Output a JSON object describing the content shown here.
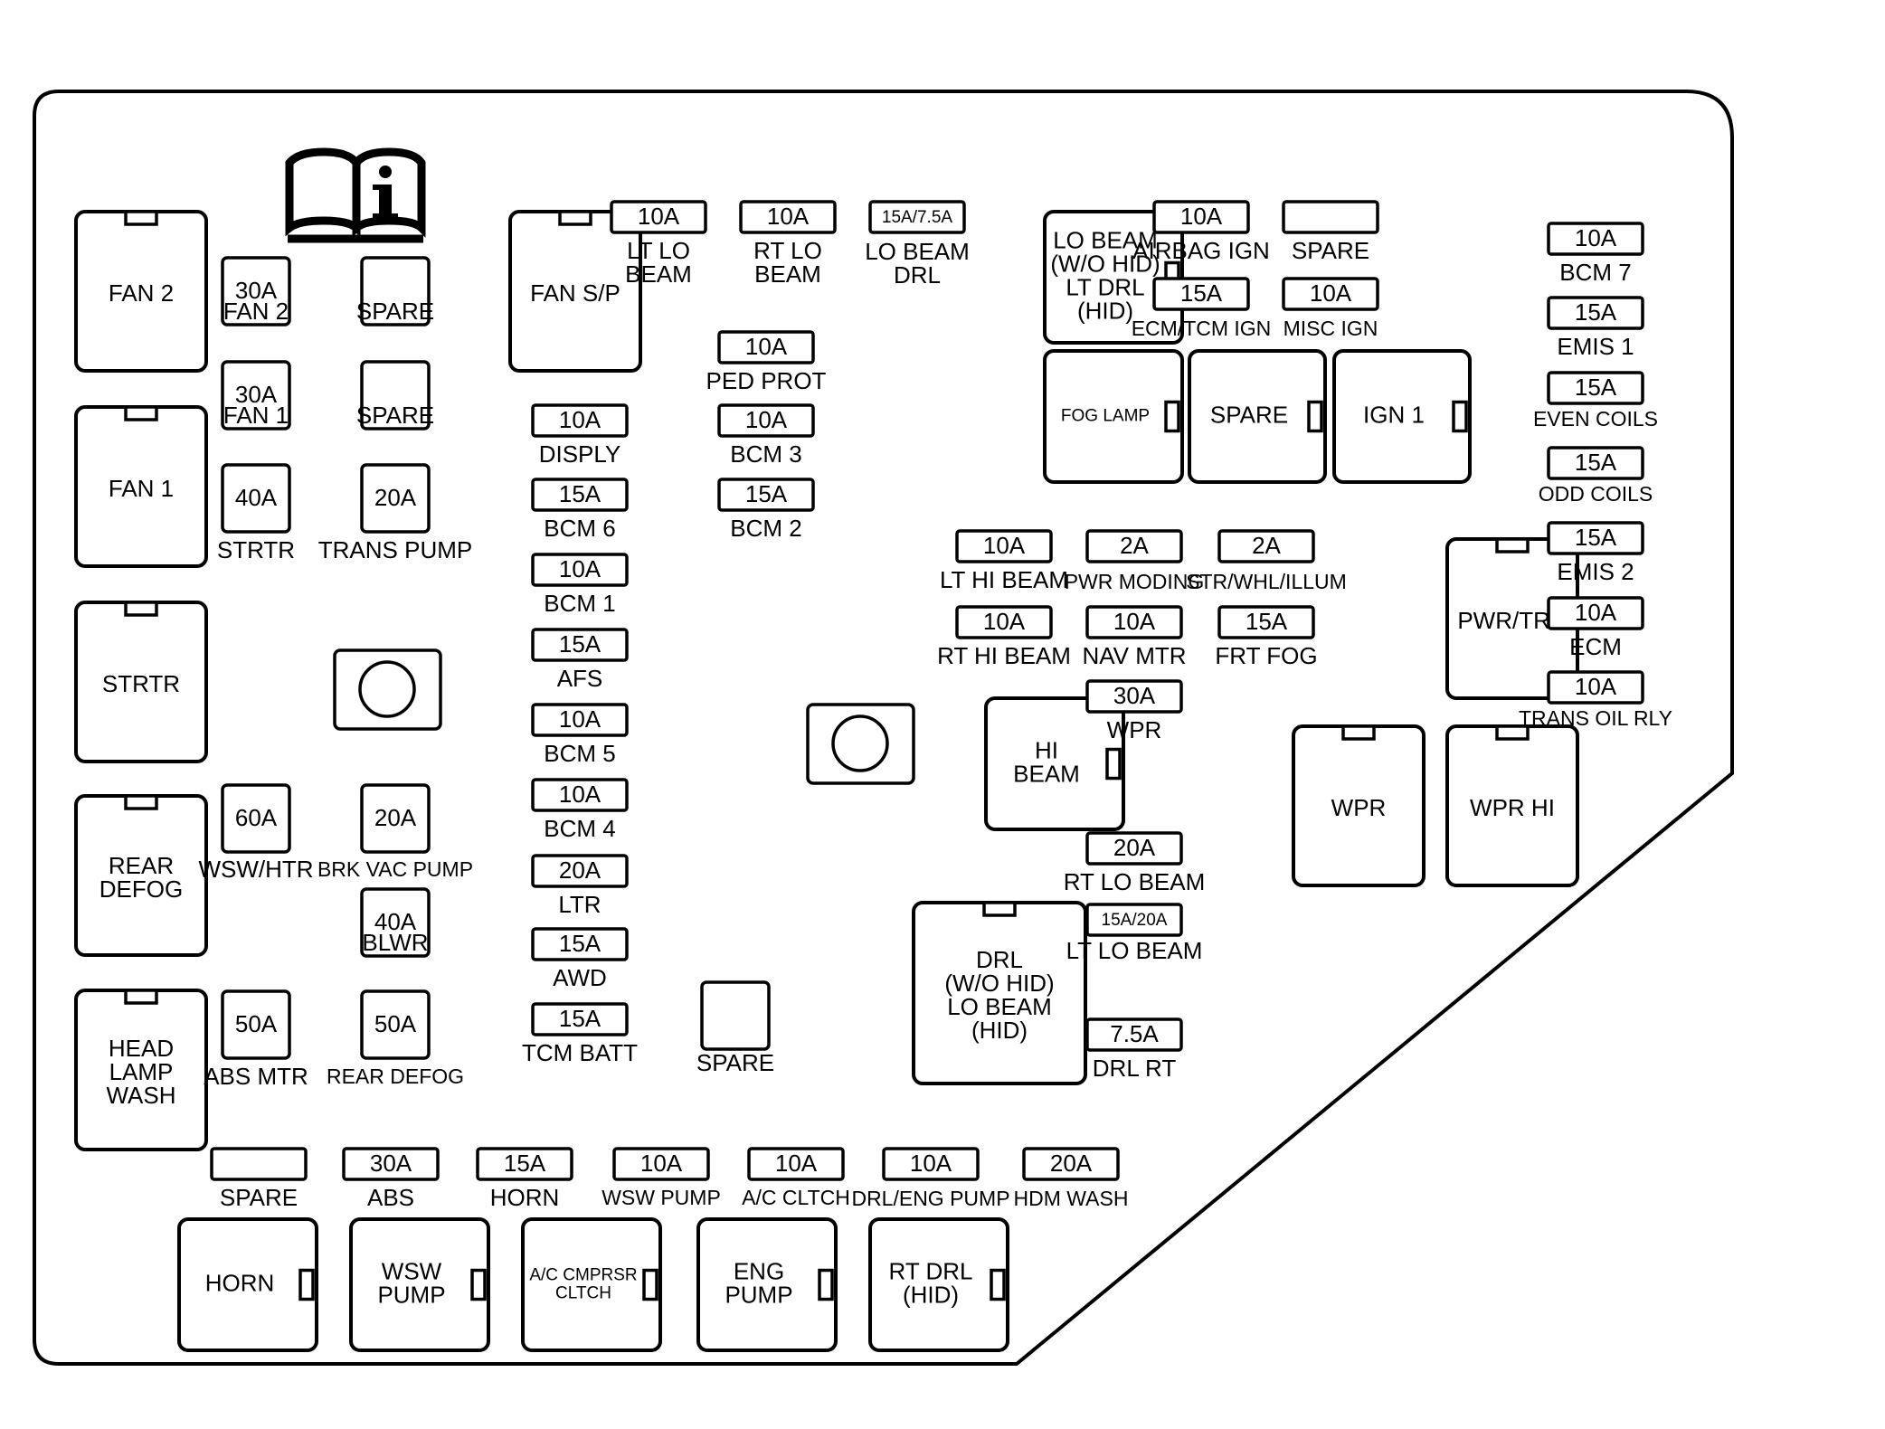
{
  "colors": {
    "line": "#000000",
    "background": "#ffffff"
  },
  "info_icon": "book-info-icon",
  "mini_fuses": [
    {
      "id": "lt-lo-beam",
      "value": "10A",
      "label": [
        "LT LO",
        "BEAM"
      ]
    },
    {
      "id": "rt-lo-beam-top",
      "value": "10A",
      "label": [
        "RT LO",
        "BEAM"
      ]
    },
    {
      "id": "lo-beam-drl",
      "value": "15A/7.5A",
      "label": [
        "LO BEAM",
        "DRL"
      ]
    },
    {
      "id": "airbag-ign",
      "value": "10A",
      "label": [
        "AIRBAG IGN"
      ]
    },
    {
      "id": "spare-top",
      "value": "",
      "label": [
        "SPARE"
      ]
    },
    {
      "id": "ecm-tcm-ign",
      "value": "15A",
      "label": [
        "ECM/TCM IGN"
      ]
    },
    {
      "id": "misc-ign",
      "value": "10A",
      "label": [
        "MISC IGN"
      ]
    },
    {
      "id": "bcm-7",
      "value": "10A",
      "label": [
        "BCM 7"
      ]
    },
    {
      "id": "emis-1",
      "value": "15A",
      "label": [
        "EMIS 1"
      ]
    },
    {
      "id": "even-coils",
      "value": "15A",
      "label": [
        "EVEN COILS"
      ]
    },
    {
      "id": "odd-coils",
      "value": "15A",
      "label": [
        "ODD COILS"
      ]
    },
    {
      "id": "emis-2",
      "value": "15A",
      "label": [
        "EMIS 2"
      ]
    },
    {
      "id": "ecm",
      "value": "10A",
      "label": [
        "ECM"
      ]
    },
    {
      "id": "trans-oil-rly",
      "value": "10A",
      "label": [
        "TRANS OIL RLY"
      ]
    },
    {
      "id": "ped-prot",
      "value": "10A",
      "label": [
        "PED PROT"
      ]
    },
    {
      "id": "bcm-3",
      "value": "10A",
      "label": [
        "BCM 3"
      ]
    },
    {
      "id": "bcm-2",
      "value": "15A",
      "label": [
        "BCM 2"
      ]
    },
    {
      "id": "disply",
      "value": "10A",
      "label": [
        "DISPLY"
      ]
    },
    {
      "id": "bcm-6",
      "value": "15A",
      "label": [
        "BCM 6"
      ]
    },
    {
      "id": "bcm-1",
      "value": "10A",
      "label": [
        "BCM 1"
      ]
    },
    {
      "id": "afs",
      "value": "15A",
      "label": [
        "AFS"
      ]
    },
    {
      "id": "bcm-5",
      "value": "10A",
      "label": [
        "BCM 5"
      ]
    },
    {
      "id": "bcm-4",
      "value": "10A",
      "label": [
        "BCM 4"
      ]
    },
    {
      "id": "ltr",
      "value": "20A",
      "label": [
        "LTR"
      ]
    },
    {
      "id": "awd",
      "value": "15A",
      "label": [
        "AWD"
      ]
    },
    {
      "id": "tcm-batt",
      "value": "15A",
      "label": [
        "TCM BATT"
      ]
    },
    {
      "id": "lt-hi-beam",
      "value": "10A",
      "label": [
        "LT HI BEAM"
      ]
    },
    {
      "id": "pwr-moding",
      "value": "2A",
      "label": [
        "PWR MODING"
      ]
    },
    {
      "id": "str-whl-illum",
      "value": "2A",
      "label": [
        "STR/WHL/ILLUM"
      ]
    },
    {
      "id": "rt-hi-beam",
      "value": "10A",
      "label": [
        "RT HI BEAM"
      ]
    },
    {
      "id": "nav-mtr",
      "value": "10A",
      "label": [
        "NAV MTR"
      ]
    },
    {
      "id": "frt-fog",
      "value": "15A",
      "label": [
        "FRT FOG"
      ]
    },
    {
      "id": "wpr-fuse",
      "value": "30A",
      "label": [
        "WPR"
      ]
    },
    {
      "id": "rt-lo-beam",
      "value": "20A",
      "label": [
        "RT LO BEAM"
      ]
    },
    {
      "id": "lt-lo-beam-2",
      "value": "15A/20A",
      "label": [
        "LT LO BEAM"
      ]
    },
    {
      "id": "drl-rt",
      "value": "7.5A",
      "label": [
        "DRL RT"
      ]
    },
    {
      "id": "spare-bottom",
      "value": "",
      "label": [
        "SPARE"
      ]
    },
    {
      "id": "abs",
      "value": "30A",
      "label": [
        "ABS"
      ]
    },
    {
      "id": "horn-fuse",
      "value": "15A",
      "label": [
        "HORN"
      ]
    },
    {
      "id": "wsw-pump-fuse",
      "value": "10A",
      "label": [
        "WSW PUMP"
      ]
    },
    {
      "id": "ac-cltch",
      "value": "10A",
      "label": [
        "A/C CLTCH"
      ]
    },
    {
      "id": "drl-eng-pump",
      "value": "10A",
      "label": [
        "DRL/ENG PUMP"
      ]
    },
    {
      "id": "hdm-wash",
      "value": "20A",
      "label": [
        "HDM WASH"
      ]
    }
  ],
  "cartridge_fuses": [
    {
      "id": "fan-2-fuse",
      "value": "30A",
      "label": [
        "FAN 2"
      ]
    },
    {
      "id": "spare-cart-1",
      "value": "",
      "label": [
        "SPARE"
      ]
    },
    {
      "id": "fan-1-fuse",
      "value": "30A",
      "label": [
        "FAN 1"
      ]
    },
    {
      "id": "spare-cart-2",
      "value": "",
      "label": [
        "SPARE"
      ]
    },
    {
      "id": "strtr-fuse",
      "value": "40A",
      "label": [
        "STRTR"
      ]
    },
    {
      "id": "trans-pump",
      "value": "20A",
      "label": [
        "TRANS PUMP"
      ]
    },
    {
      "id": "wsw-htr",
      "value": "60A",
      "label": [
        "WSW/HTR"
      ]
    },
    {
      "id": "brk-vac-pump",
      "value": "20A",
      "label": [
        "BRK VAC PUMP"
      ]
    },
    {
      "id": "blwr",
      "value": "40A",
      "label": [
        "BLWR"
      ]
    },
    {
      "id": "abs-mtr",
      "value": "50A",
      "label": [
        "ABS MTR"
      ]
    },
    {
      "id": "rear-defog-fuse",
      "value": "50A",
      "label": [
        "REAR DEFOG"
      ]
    },
    {
      "id": "spare-cart-3",
      "value": "",
      "label": [
        "SPARE"
      ]
    }
  ],
  "relays": [
    {
      "id": "fan-2-relay",
      "label": [
        "FAN 2"
      ]
    },
    {
      "id": "fan-1-relay",
      "label": [
        "FAN 1"
      ]
    },
    {
      "id": "strtr-relay",
      "label": [
        "STRTR"
      ]
    },
    {
      "id": "rear-defog-relay",
      "label": [
        "REAR",
        "DEFOG"
      ]
    },
    {
      "id": "head-lamp-wash-relay",
      "label": [
        "HEAD",
        "LAMP",
        "WASH"
      ]
    },
    {
      "id": "fan-sp-relay",
      "label": [
        "FAN S/P"
      ]
    },
    {
      "id": "lo-beam-relay",
      "label": [
        "LO BEAM",
        "(W/O HID)",
        "LT DRL",
        "(HID)"
      ]
    },
    {
      "id": "fog-lamp-relay",
      "label": [
        "FOG LAMP"
      ]
    },
    {
      "id": "spare-relay",
      "label": [
        "SPARE"
      ]
    },
    {
      "id": "ign-1-relay",
      "label": [
        "IGN 1"
      ]
    },
    {
      "id": "pwr-trn-relay",
      "label": [
        "PWR/TRN"
      ]
    },
    {
      "id": "hi-beam-relay",
      "label": [
        "HI",
        "BEAM"
      ]
    },
    {
      "id": "wpr-relay",
      "label": [
        "WPR"
      ]
    },
    {
      "id": "wpr-hi-relay",
      "label": [
        "WPR HI"
      ]
    },
    {
      "id": "drl-relay",
      "label": [
        "DRL",
        "(W/O HID)",
        "LO BEAM",
        "(HID)"
      ]
    },
    {
      "id": "horn-relay",
      "label": [
        "HORN"
      ]
    },
    {
      "id": "wsw-pump-relay",
      "label": [
        "WSW",
        "PUMP"
      ]
    },
    {
      "id": "ac-cmprsr-relay",
      "label": [
        "A/C CMPRSR",
        "CLTCH"
      ]
    },
    {
      "id": "eng-pump-relay",
      "label": [
        "ENG",
        "PUMP"
      ]
    },
    {
      "id": "rt-drl-relay",
      "label": [
        "RT DRL",
        "(HID)"
      ]
    }
  ]
}
